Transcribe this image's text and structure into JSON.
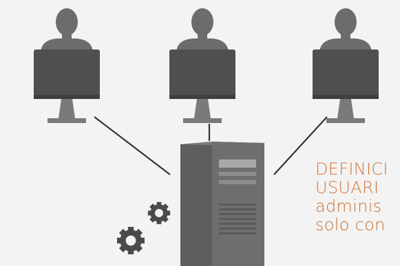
{
  "diagram": {
    "workstations": [
      {
        "id": "left",
        "icon": "user-workstation-icon"
      },
      {
        "id": "center",
        "icon": "user-workstation-icon"
      },
      {
        "id": "right",
        "icon": "user-workstation-icon"
      }
    ],
    "server": {
      "icon": "server-tower-icon"
    },
    "settings": {
      "icon": "gears-icon"
    },
    "caption": {
      "title_lines": [
        "DEFINICI",
        "USUARI"
      ],
      "body_lines": [
        "adminis",
        "solo con"
      ]
    },
    "colors": {
      "background": "#f3f3f3",
      "icon_dark": "#595959",
      "icon_mid": "#6c6c6c",
      "icon_light": "#9a9a9a",
      "caption_title": "#d2773a",
      "caption_body": "#c9702c",
      "connector": "#333333"
    }
  }
}
